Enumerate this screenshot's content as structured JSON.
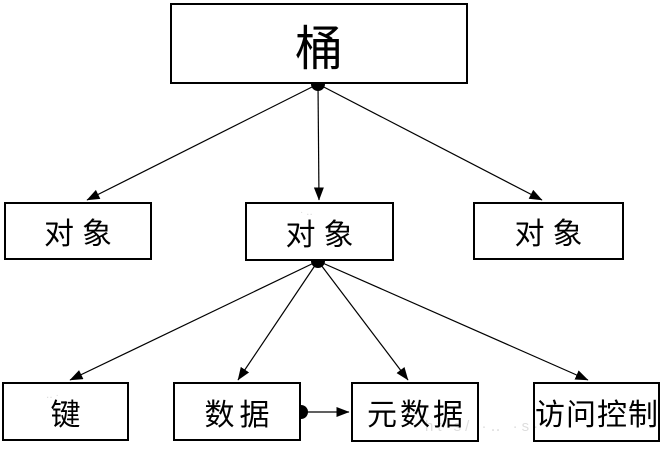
{
  "diagram": {
    "nodes": {
      "bucket": {
        "label": "桶"
      },
      "object_left": {
        "label": "对象"
      },
      "object_middle": {
        "label": "对象"
      },
      "object_right": {
        "label": "对象"
      },
      "key": {
        "label": "键"
      },
      "data": {
        "label": "数据"
      },
      "metadata": {
        "label": "元数据"
      },
      "access_control": {
        "label": "访问控制"
      }
    },
    "edges": [
      {
        "from": "bucket",
        "to": "object_left",
        "style": "arrow-from-dot"
      },
      {
        "from": "bucket",
        "to": "object_middle",
        "style": "arrow-from-dot"
      },
      {
        "from": "bucket",
        "to": "object_right",
        "style": "arrow-from-dot"
      },
      {
        "from": "object_middle",
        "to": "key",
        "style": "arrow-from-dot"
      },
      {
        "from": "object_middle",
        "to": "data",
        "style": "arrow-from-dot"
      },
      {
        "from": "object_middle",
        "to": "metadata",
        "style": "arrow-from-dot"
      },
      {
        "from": "object_middle",
        "to": "access_control",
        "style": "arrow-from-dot"
      },
      {
        "from": "data",
        "to": "metadata",
        "style": "arrow-from-dot"
      }
    ],
    "watermark": {
      "fragments": {
        "main": "ht s/ ·‥ ·s·",
        "a": "· ‥",
        "b": "‥ ·"
      }
    }
  },
  "colors": {
    "background": "#ffffff",
    "line": "#000000",
    "border": "#000000",
    "text": "#000000"
  }
}
